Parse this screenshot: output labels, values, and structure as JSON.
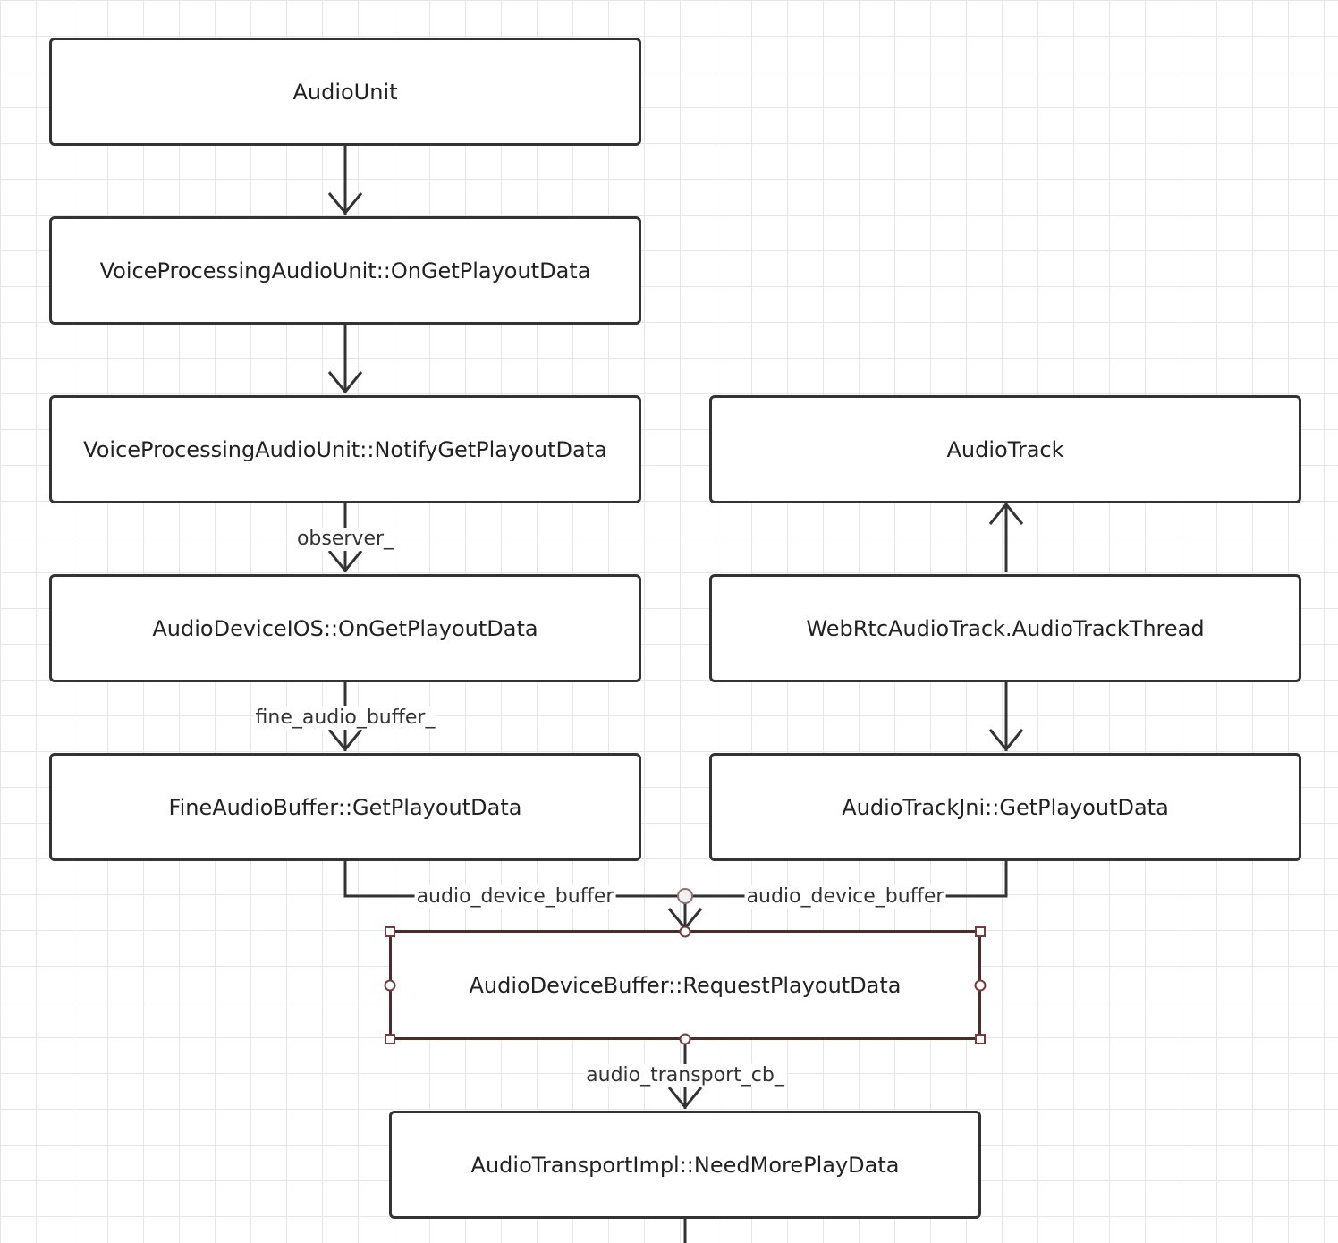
{
  "nodes": {
    "audio_unit": "AudioUnit",
    "vpau_on_get": "VoiceProcessingAudioUnit::OnGetPlayoutData",
    "vpau_notify": "VoiceProcessingAudioUnit::NotifyGetPlayoutData",
    "audio_device_ios": "AudioDeviceIOS::OnGetPlayoutData",
    "fine_audio_buffer": "FineAudioBuffer::GetPlayoutData",
    "audio_track": "AudioTrack",
    "webrtc_audio_track_thread": "WebRtcAudioTrack.AudioTrackThread",
    "audio_track_jni": "AudioTrackJni::GetPlayoutData",
    "audio_device_buffer": "AudioDeviceBuffer::RequestPlayoutData",
    "audio_transport_impl": "AudioTransportImpl::NeedMorePlayData"
  },
  "edge_labels": {
    "observer": "observer_",
    "fine_audio_buffer": "fine_audio_buffer_",
    "audio_device_buffer_left": "audio_device_buffer",
    "audio_device_buffer_right": "audio_device_buffer",
    "audio_transport_cb": "audio_transport_cb_"
  },
  "colors": {
    "grid": "#e6e6e6",
    "node_border": "#333333",
    "selection": "#7a3a3a",
    "edge": "#333333"
  }
}
